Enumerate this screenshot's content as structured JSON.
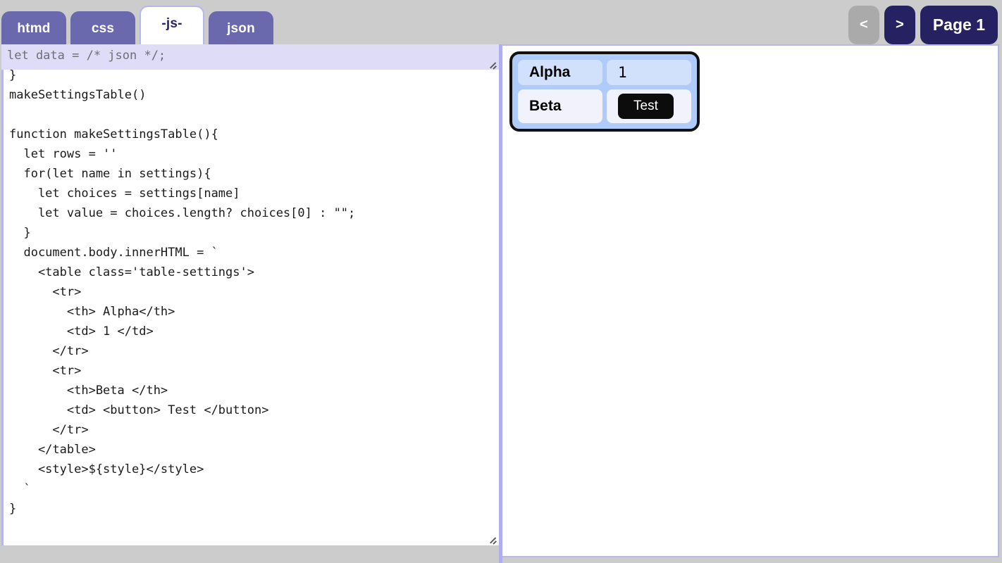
{
  "header": {
    "tabs": [
      {
        "label": "htmd",
        "active": false
      },
      {
        "label": "css",
        "active": false
      },
      {
        "label": "-js-",
        "active": true
      },
      {
        "label": "json",
        "active": false
      }
    ],
    "pager": {
      "prev_label": "<",
      "next_label": ">",
      "page_label": "Page 1",
      "prev_disabled": true
    }
  },
  "editor": {
    "header_line": "let data = /* json */;",
    "code": "  'beta' : words('a b c d e')\n}\nmakeSettingsTable()\n\nfunction makeSettingsTable(){\n  let rows = ''\n  for(let name in settings){\n    let choices = settings[name]\n    let value = choices.length? choices[0] : \"\";\n  }\n  document.body.innerHTML = `\n    <table class='table-settings'>\n      <tr>\n        <th> Alpha</th>\n        <td> 1 </td>\n      </tr>\n      <tr>\n        <th>Beta </th>\n        <td> <button> Test </button>\n      </tr>\n    </table>\n    <style>${style}</style>\n  `\n}"
  },
  "preview": {
    "table": {
      "rows": [
        {
          "name": "Alpha",
          "value": "1",
          "is_button": false
        },
        {
          "name": "Beta",
          "value": "Test",
          "is_button": true
        }
      ]
    }
  },
  "colors": {
    "tab_inactive": "#6b69ad",
    "tab_active_text": "#252372",
    "pager_active": "#262261",
    "pager_disabled": "#aaaaaa",
    "splitter": "#b0aeec",
    "header_bg": "#cccccc",
    "editor_header_bg": "#dedcf7",
    "table_bg": "#aecbfa",
    "table_cell": "#d2e1fb",
    "button_bg": "#0c0c0c"
  }
}
